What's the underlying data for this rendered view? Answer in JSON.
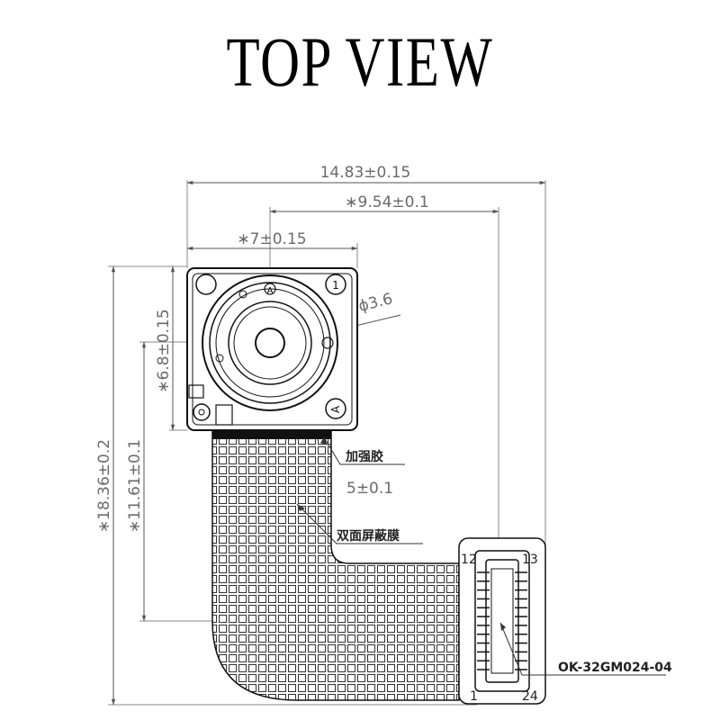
{
  "title": "TOP VIEW",
  "dimensions": {
    "overall_width": "14.83±0.15",
    "connector_offset": "∗9.54±0.1",
    "module_width": "∗7±0.15",
    "lens_diameter": "ϕ3.6",
    "module_height": "∗6.8±0.15",
    "overall_height": "∗18.36±0.2",
    "connector_height": "∗11.61±0.1",
    "fpc_width": "5±0.1"
  },
  "labels": {
    "stiffener_glue": "加强胶",
    "shielding_film": "双面屏蔽膜",
    "connector_part": "OK-32GM024-04",
    "module_pin_mark": "1",
    "lens_mark_top": "A",
    "lens_mark_side": "A"
  },
  "connector_pins": {
    "top_left": "12",
    "top_right": "13",
    "bottom_left": "1",
    "bottom_right": "24"
  }
}
